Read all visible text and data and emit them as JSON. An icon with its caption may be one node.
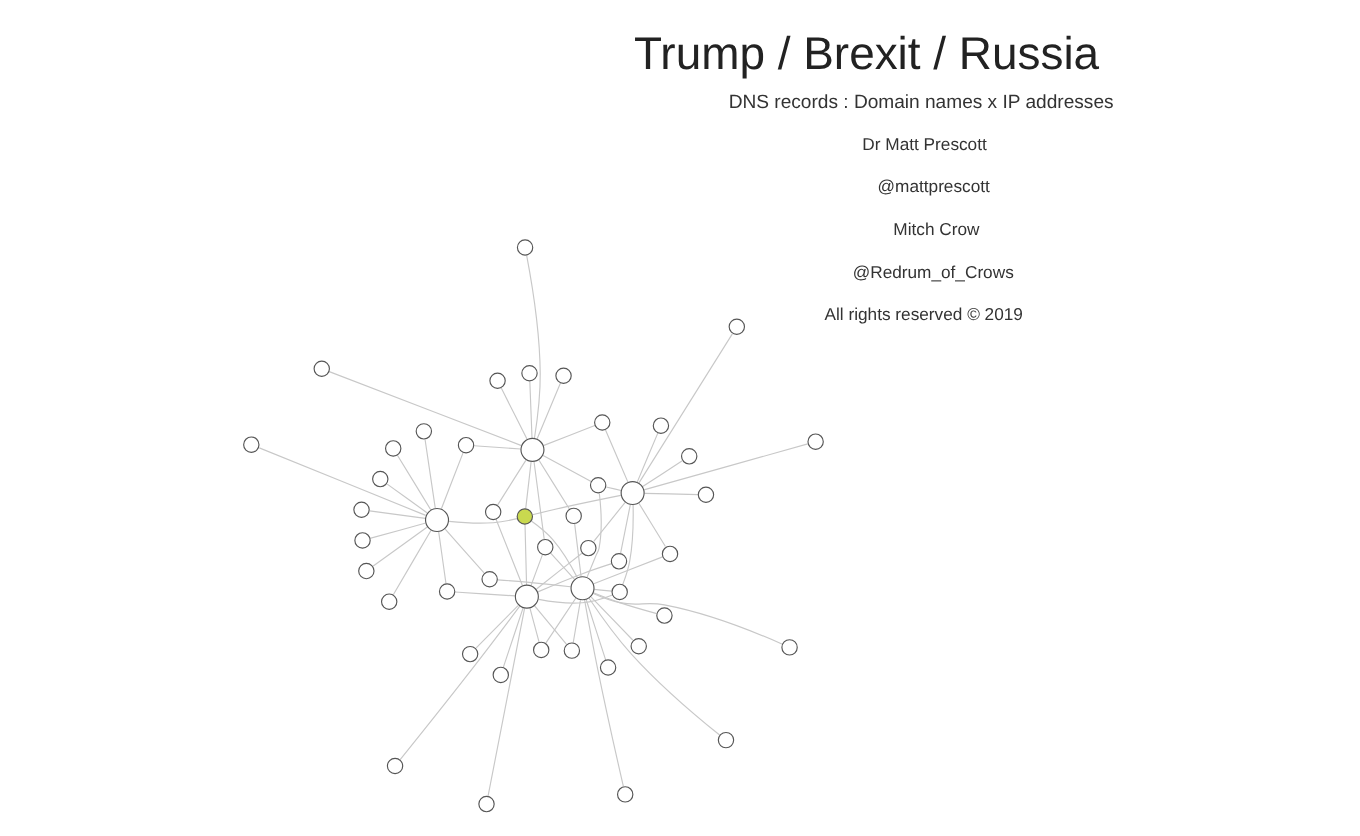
{
  "diagram": {
    "title": "Trump / Brexit / Russia",
    "nodes": [
      {
        "text": [],
        "shape": "circle"
      },
      {
        "text": [],
        "shape": "circle"
      },
      {
        "text": [],
        "shape": "circle"
      },
      {
        "text": [],
        "shape": "circle"
      },
      {
        "text": [],
        "shape": "circle"
      },
      {
        "text": [],
        "shape": "circle"
      },
      {
        "text": [],
        "shape": "circle"
      },
      {
        "text": [],
        "shape": "circle"
      },
      {
        "text": [],
        "shape": "circle"
      },
      {
        "text": [],
        "shape": "circle"
      },
      {
        "text": [],
        "shape": "circle"
      },
      {
        "text": [],
        "shape": "circle"
      },
      {
        "text": [],
        "shape": "circle"
      },
      {
        "text": [],
        "shape": "circle"
      },
      {
        "text": [],
        "shape": "circle"
      },
      {
        "text": [],
        "shape": "circle"
      },
      {
        "text": [],
        "shape": "circle"
      },
      {
        "text": [],
        "shape": "circle"
      },
      {
        "text": [],
        "shape": "circle"
      },
      {
        "text": [],
        "shape": "circle"
      },
      {
        "text": [],
        "shape": "circle"
      },
      {
        "text": [],
        "shape": "circle"
      },
      {
        "text": [],
        "shape": "circle"
      },
      {
        "text": [],
        "shape": "circle"
      },
      {
        "text": [],
        "shape": "circle"
      },
      {
        "text": [],
        "shape": "circle"
      },
      {
        "text": [],
        "shape": "circle"
      },
      {
        "text": [],
        "shape": "circle"
      },
      {
        "text": [],
        "shape": "circle"
      },
      {
        "text": [],
        "shape": "circle"
      },
      {
        "text": [],
        "shape": "circle"
      },
      {
        "text": [],
        "shape": "circle"
      },
      {
        "text": [],
        "shape": "circle"
      },
      {
        "text": [],
        "shape": "circle"
      },
      {
        "text": [],
        "shape": "circle"
      },
      {
        "text": [],
        "shape": "circle"
      },
      {
        "text": [],
        "shape": "circle"
      },
      {
        "text": [],
        "shape": "circle"
      },
      {
        "text": [],
        "shape": "circle"
      },
      {
        "text": [],
        "shape": "circle"
      },
      {
        "text": [],
        "shape": "circle"
      },
      {
        "text": [],
        "shape": "circle"
      },
      {
        "text": [],
        "shape": "circle"
      },
      {
        "text": [],
        "shape": "circle"
      },
      {
        "text": [],
        "shape": "circle"
      },
      {
        "text": [],
        "shape": "circle"
      },
      {
        "text": [],
        "shape": "circle"
      },
      {
        "text": [],
        "shape": "circle"
      }
    ],
    "edges": [
      {
        "from": 5,
        "to": 0,
        "arrow": "none"
      },
      {
        "from": 5,
        "to": 1,
        "arrow": "none"
      },
      {
        "from": 5,
        "to": 2,
        "arrow": "none"
      },
      {
        "from": 5,
        "to": 3,
        "arrow": "none"
      },
      {
        "from": 5,
        "to": 4,
        "arrow": "none"
      },
      {
        "from": 6,
        "to": 0,
        "arrow": "none"
      },
      {
        "from": 6,
        "to": 1,
        "arrow": "none"
      },
      {
        "from": 7,
        "to": 0,
        "arrow": "none"
      },
      {
        "from": 7,
        "to": 2,
        "arrow": "none"
      },
      {
        "from": 8,
        "to": 1,
        "arrow": "none"
      },
      {
        "from": 8,
        "to": 3,
        "arrow": "none"
      },
      {
        "from": 9,
        "to": 0,
        "arrow": "none"
      },
      {
        "from": 9,
        "to": 3,
        "arrow": "none"
      },
      {
        "from": 10,
        "to": 2,
        "arrow": "none"
      },
      {
        "from": 11,
        "to": 0,
        "arrow": "none"
      },
      {
        "from": 11,
        "to": 1,
        "arrow": "none"
      },
      {
        "from": 11,
        "to": 2,
        "arrow": "none"
      },
      {
        "from": 12,
        "to": 1,
        "arrow": "none"
      },
      {
        "from": 13,
        "to": 3,
        "arrow": "none"
      },
      {
        "from": 14,
        "to": 0,
        "arrow": "none"
      },
      {
        "from": 15,
        "to": 2,
        "arrow": "none"
      },
      {
        "from": 15,
        "to": 3,
        "arrow": "none"
      },
      {
        "from": 16,
        "to": 0,
        "arrow": "none"
      },
      {
        "from": 16,
        "to": 1,
        "arrow": "none"
      },
      {
        "from": 16,
        "to": 3,
        "arrow": "none"
      },
      {
        "from": 17,
        "to": 1,
        "arrow": "none"
      },
      {
        "from": 17,
        "to": 2,
        "arrow": "none"
      },
      {
        "from": 18,
        "to": 0,
        "arrow": "none"
      },
      {
        "from": 19,
        "to": 3,
        "arrow": "none"
      },
      {
        "from": 20,
        "to": 2,
        "arrow": "none"
      },
      {
        "from": 21,
        "to": 0,
        "arrow": "none"
      },
      {
        "from": 21,
        "to": 2,
        "arrow": "none"
      },
      {
        "from": 21,
        "to": 3,
        "arrow": "none"
      },
      {
        "from": 22,
        "to": 1,
        "arrow": "none"
      },
      {
        "from": 23,
        "to": 0,
        "arrow": "none"
      },
      {
        "from": 24,
        "to": 1,
        "arrow": "none"
      },
      {
        "from": 24,
        "to": 3,
        "arrow": "none"
      },
      {
        "from": 25,
        "to": 2,
        "arrow": "none"
      },
      {
        "from": 26,
        "to": 0,
        "arrow": "none"
      },
      {
        "from": 26,
        "to": 1,
        "arrow": "none"
      },
      {
        "from": 27,
        "to": 3,
        "arrow": "none"
      },
      {
        "from": 28,
        "to": 4,
        "arrow": "none"
      },
      {
        "from": 29,
        "to": 4,
        "arrow": "none"
      },
      {
        "from": 30,
        "to": 4,
        "arrow": "none"
      },
      {
        "from": 31,
        "to": 4,
        "arrow": "none"
      },
      {
        "from": 31,
        "to": 0,
        "arrow": "none"
      },
      {
        "from": 32,
        "to": 4,
        "arrow": "none"
      },
      {
        "from": 33,
        "to": 4,
        "arrow": "none"
      },
      {
        "from": 33,
        "to": 1,
        "arrow": "none"
      },
      {
        "from": 34,
        "to": 4,
        "arrow": "none"
      },
      {
        "from": 35,
        "to": 4,
        "arrow": "none"
      },
      {
        "from": 36,
        "to": 4,
        "arrow": "none"
      },
      {
        "from": 36,
        "to": 2,
        "arrow": "none"
      },
      {
        "from": 37,
        "to": 4,
        "arrow": "none"
      },
      {
        "from": 38,
        "to": 0,
        "arrow": "none"
      },
      {
        "from": 39,
        "to": 1,
        "arrow": "none"
      },
      {
        "from": 40,
        "to": 2,
        "arrow": "none"
      },
      {
        "from": 41,
        "to": 3,
        "arrow": "none"
      },
      {
        "from": 42,
        "to": 0,
        "arrow": "none"
      },
      {
        "from": 43,
        "to": 1,
        "arrow": "none"
      },
      {
        "from": 44,
        "to": 2,
        "arrow": "none"
      },
      {
        "from": 45,
        "to": 3,
        "arrow": "none"
      },
      {
        "from": 46,
        "to": 0,
        "arrow": "none"
      },
      {
        "from": 47,
        "to": 4,
        "arrow": "none"
      }
    ],
    "labels": [
      "DNS records : Domain names x IP addresses",
      "Dr Matt Prescott",
      "@mattprescott",
      "Mitch Crow",
      "@Redrum_of_Crows",
      "All rights reserved © 2019"
    ]
  }
}
